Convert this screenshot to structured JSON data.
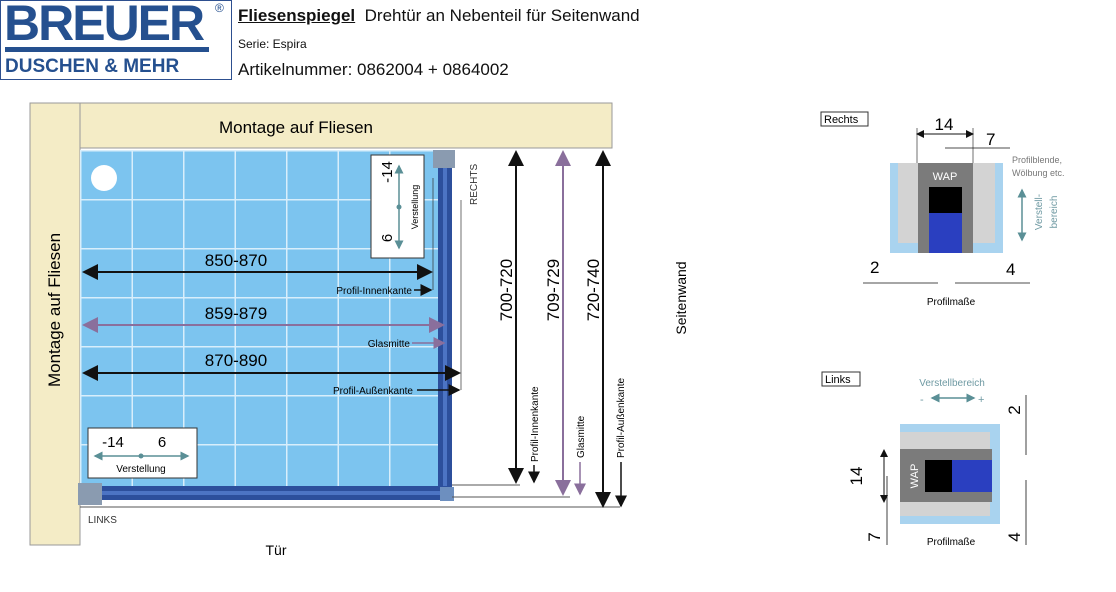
{
  "logo": {
    "brand": "BREUER",
    "registered": "®",
    "tagline": "DUSCHEN & MEHR"
  },
  "header": {
    "title_bold": "Fliesenspiegel",
    "title_rest": "Drehtür an Nebenteil für Seitenwand",
    "series": "Serie:  Espira",
    "article": "Artikelnummer: 0862004 + 0864002"
  },
  "plan": {
    "top_wall": "Montage auf Fliesen",
    "left_wall": "Montage auf Fliesen",
    "side_wall": "Seitenwand",
    "door": "Tür",
    "left_label": "LINKS",
    "right_label": "RECHTS",
    "adjust_right": {
      "minus": "-14",
      "plus": "6",
      "label": "Verstellung"
    },
    "adjust_left": {
      "minus": "-14",
      "plus": "6",
      "label": "Verstellung"
    },
    "width_dims": [
      {
        "value": "850-870",
        "label": "Profil-Innenkante"
      },
      {
        "value": "859-879",
        "label": "Glasmitte"
      },
      {
        "value": "870-890",
        "label": "Profil-Außenkante"
      }
    ],
    "depth_dims": [
      {
        "value": "700-720",
        "label": "Profil-Innenkante"
      },
      {
        "value": "709-729",
        "label": "Glasmitte"
      },
      {
        "value": "720-740",
        "label": "Profil-Außenkante"
      }
    ]
  },
  "detail_right": {
    "tag": "Rechts",
    "w14": "14",
    "w7": "7",
    "w2": "2",
    "w4": "4",
    "wap": "WAP",
    "note_line1": "Profilblende,",
    "note_line2": "Wölbung etc.",
    "range_line1": "Verstell-",
    "range_line2": "bereich",
    "minus": "-",
    "plus": "+",
    "caption": "Profilmaße"
  },
  "detail_left": {
    "tag": "Links",
    "range": "Verstellbereich",
    "minus": "-",
    "plus": "+",
    "w14": "14",
    "w7": "7",
    "w2": "2",
    "w4": "4",
    "wap": "WAP",
    "caption": "Profilmaße"
  },
  "colors": {
    "brand": "#25508f",
    "tile": "#7cc4ef",
    "wall": "#f4ecc6",
    "profile": "#2c4f9c",
    "purple": "#8a6f9c"
  }
}
